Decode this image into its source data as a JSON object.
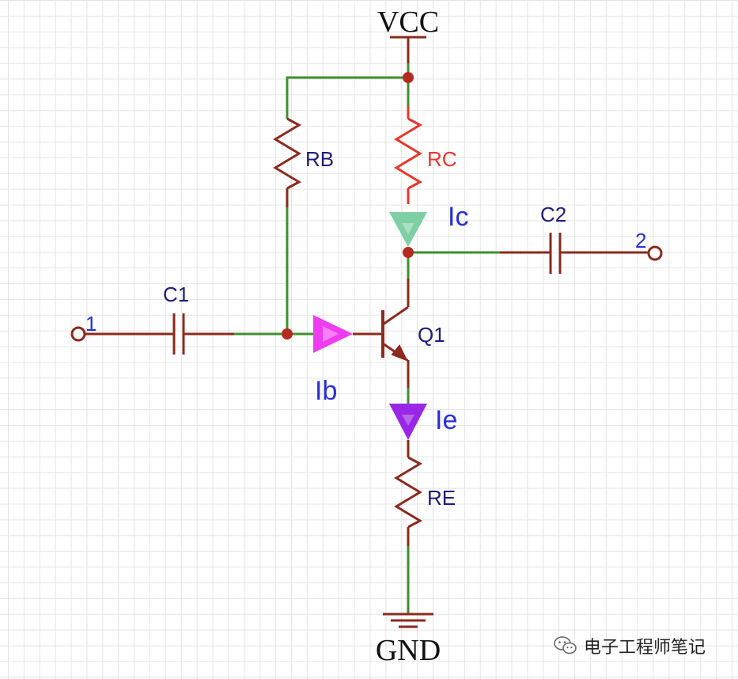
{
  "labels": {
    "vcc": "VCC",
    "gnd": "GND",
    "rb": "RB",
    "rc": "RC",
    "re": "RE",
    "c1": "C1",
    "c2": "C2",
    "q1": "Q1",
    "ib": "Ib",
    "ic": "Ic",
    "ie": "Ie",
    "pin1": "1",
    "pin2": "2"
  },
  "watermark": {
    "text": "电子工程师笔记",
    "icon": "wechat-icon"
  },
  "colors": {
    "wire": "#3f8f2e",
    "component": "#8b2a1e",
    "rc_resistor": "#e8362b",
    "junction": "#b52a1e",
    "arrow_ib": "#f03cf0",
    "arrow_ic": "#7fcfa4",
    "arrow_ie": "#9a26e6",
    "current_label": "#2630d8",
    "part_label": "#1c1c7a"
  }
}
